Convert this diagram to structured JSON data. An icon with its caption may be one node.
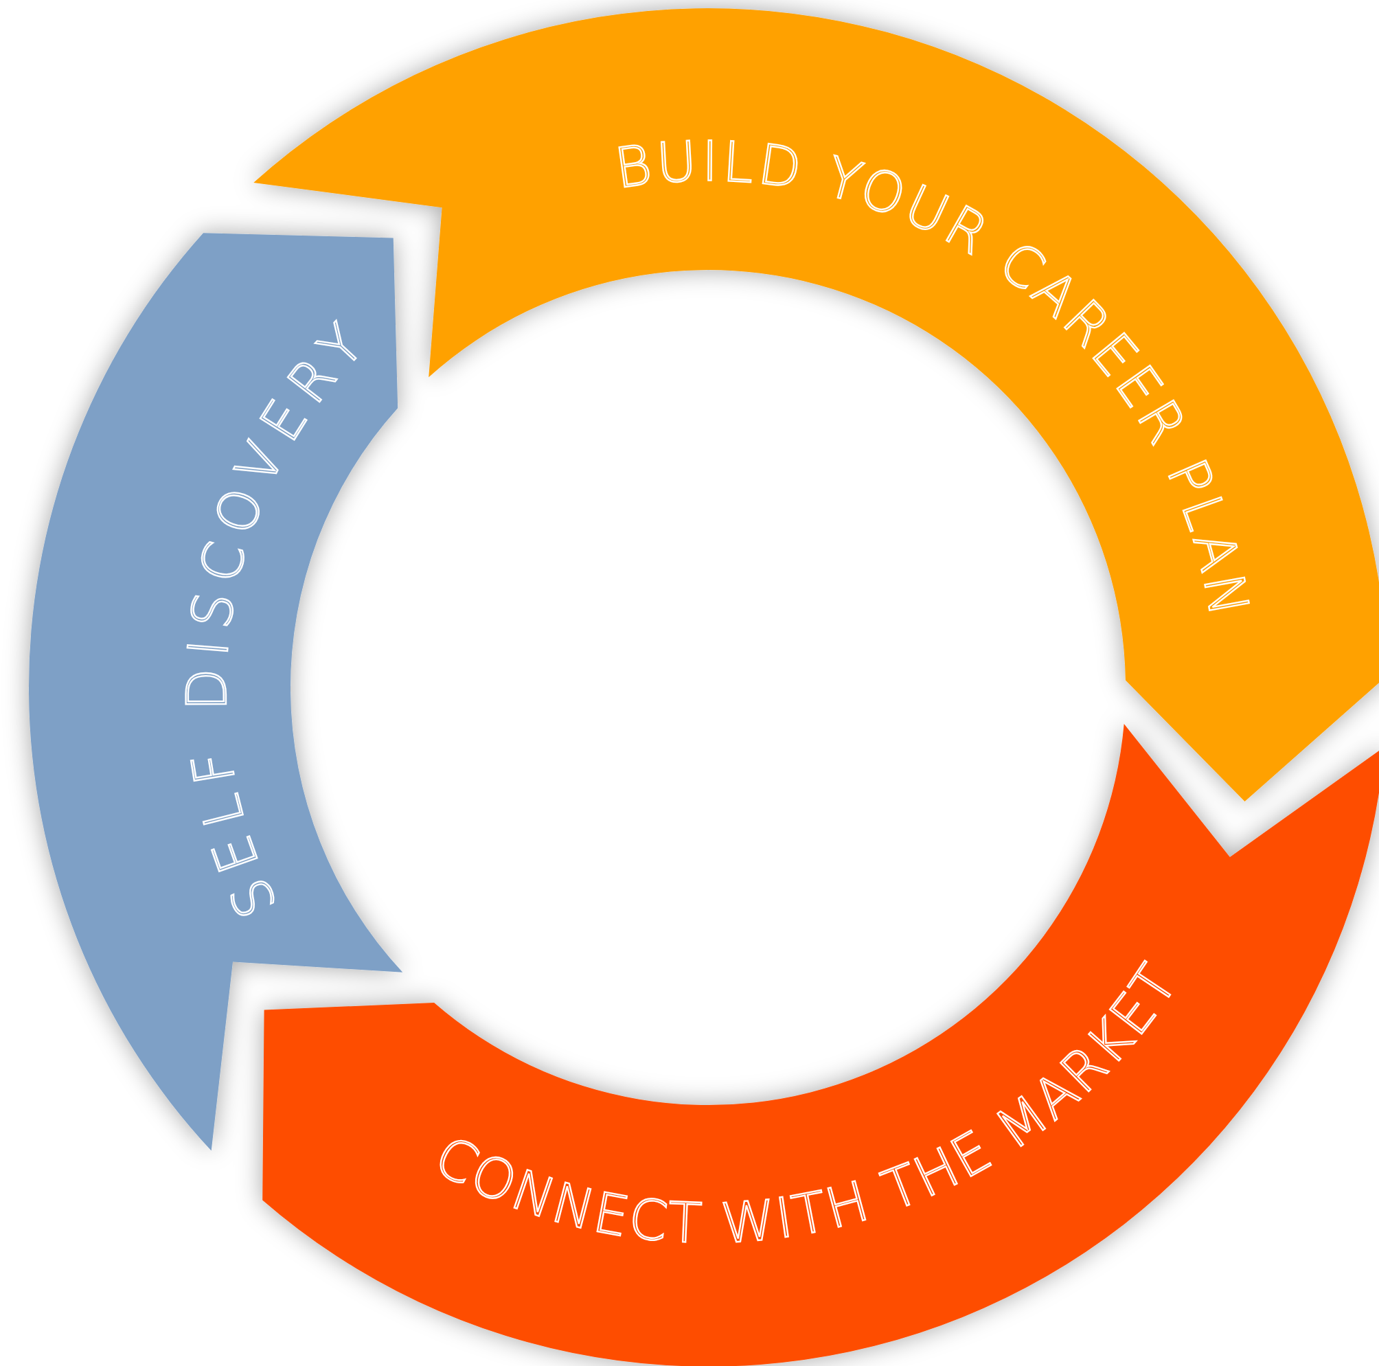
{
  "diagram": {
    "nodes": [
      {
        "text": [
          "SELF DISCOVERY"
        ]
      },
      {
        "text": [
          "BUILD YOUR CAREER PLAN"
        ]
      },
      {
        "text": [
          "CONNECT WITH THE MARKET"
        ]
      }
    ]
  }
}
